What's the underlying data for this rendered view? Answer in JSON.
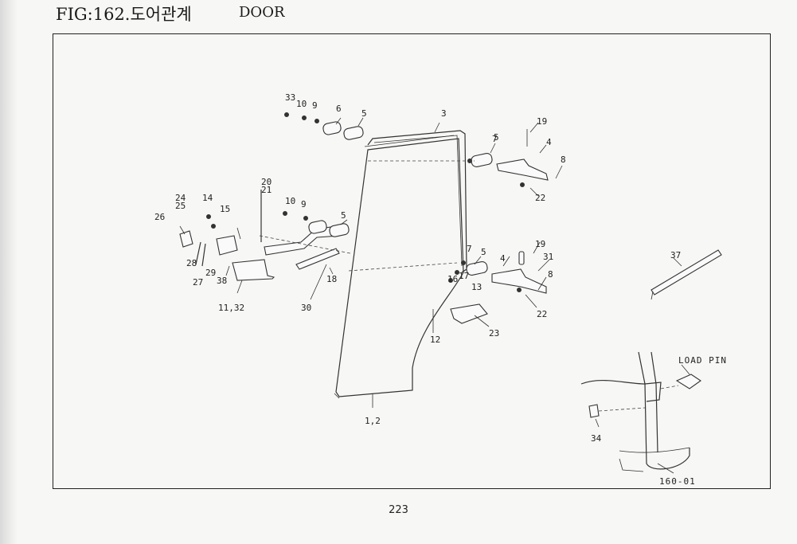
{
  "header": {
    "fig_label": "FIG:162.도어관계",
    "title": "DOOR"
  },
  "page_number": "223",
  "diagram": {
    "annotations": {
      "load_pin": "LOAD PIN",
      "ref_code": "160-01"
    },
    "callouts": [
      "33",
      "10",
      "9",
      "6",
      "5",
      "3",
      "7",
      "5",
      "19",
      "4",
      "8",
      "22",
      "20",
      "21",
      "10",
      "9",
      "5",
      "24",
      "25",
      "14",
      "15",
      "26",
      "28",
      "27",
      "29",
      "38",
      "11,32",
      "30",
      "18",
      "7",
      "17",
      "16",
      "13",
      "5",
      "19",
      "4",
      "31",
      "8",
      "22",
      "23",
      "12",
      "1,2",
      "37",
      "34"
    ]
  }
}
